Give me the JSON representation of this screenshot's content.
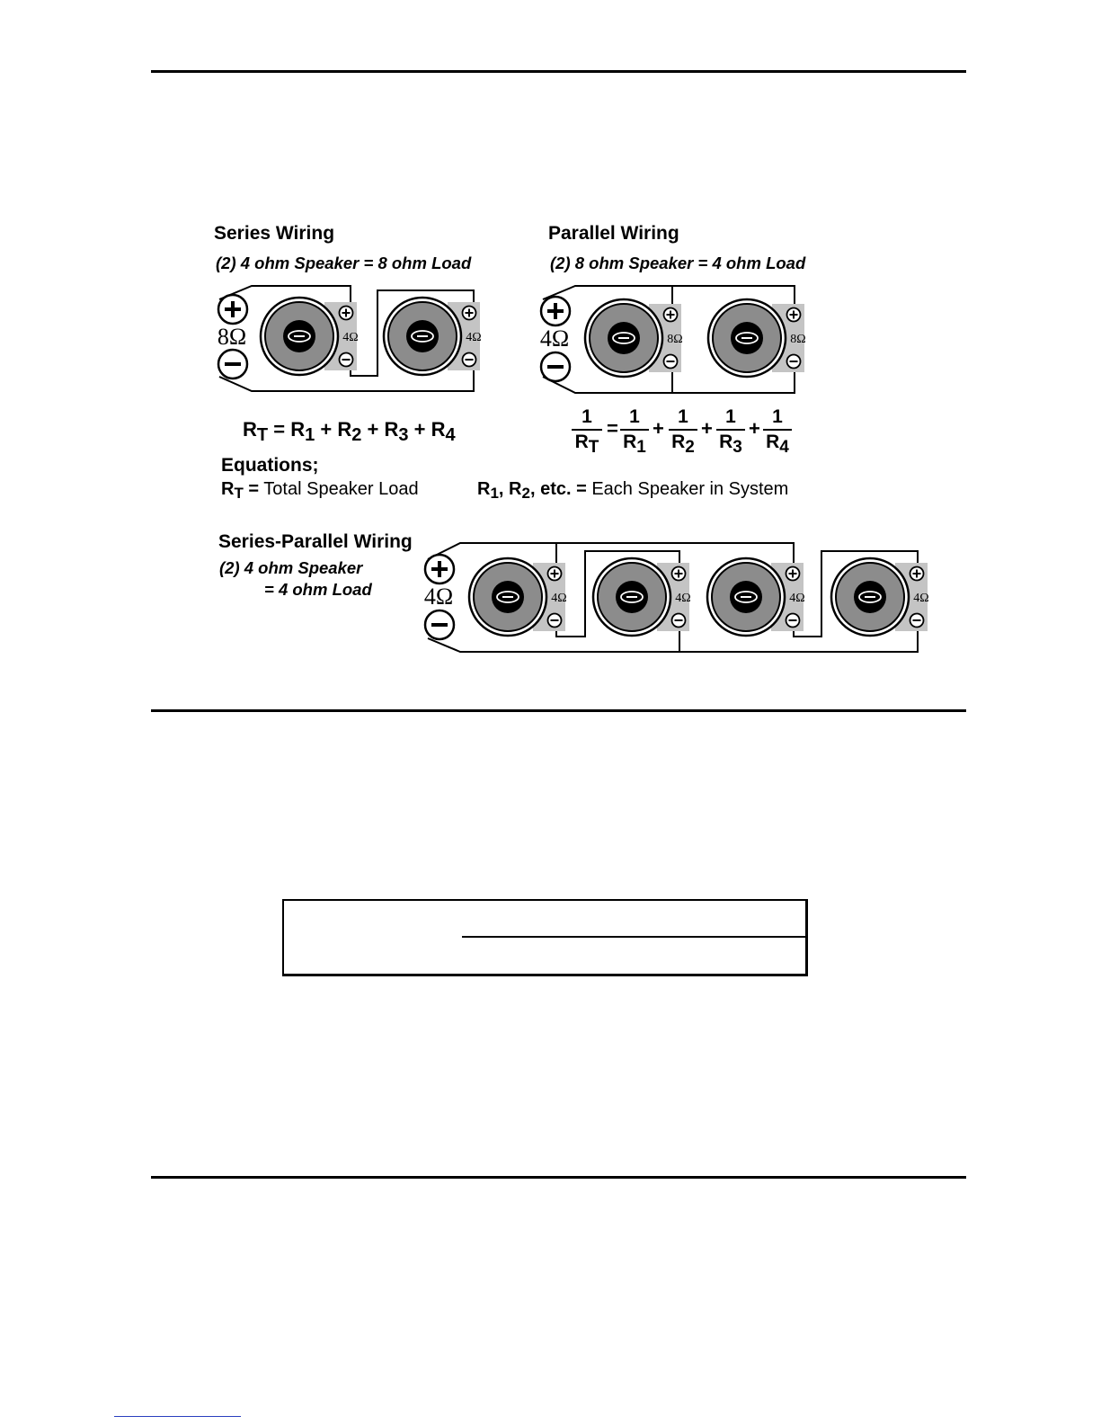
{
  "series": {
    "title": "Series Wiring",
    "subtitle": "(2) 4 ohm Speaker = 8 ohm Load",
    "terminal_label": "8Ω",
    "speaker_labels": [
      "4Ω",
      "4Ω"
    ]
  },
  "parallel": {
    "title": "Parallel Wiring",
    "subtitle": "(2) 8 ohm Speaker = 4 ohm Load",
    "terminal_label": "4Ω",
    "speaker_labels": [
      "8Ω",
      "8Ω"
    ]
  },
  "formula_series": {
    "lhs": "R",
    "lhs_sub": "T",
    "eq": "=",
    "t1": "R",
    "t1_sub": "1",
    "t2": "R",
    "t2_sub": "2",
    "t3": "R",
    "t3_sub": "3",
    "t4": "R",
    "t4_sub": "4",
    "plus": "+"
  },
  "formula_parallel": {
    "one": "1",
    "lhs_den": "R",
    "lhs_den_sub": "T",
    "d1": "R",
    "d1_sub": "1",
    "d2": "R",
    "d2_sub": "2",
    "d3": "R",
    "d3_sub": "3",
    "d4": "R",
    "d4_sub": "4",
    "eq": "=",
    "plus": "+"
  },
  "equations": {
    "heading": "Equations;",
    "rt_symbol": "R",
    "rt_sub": "T",
    "rt_eq": "=",
    "rt_desc": "Total Speaker Load",
    "rn_r1": "R",
    "rn_r1_sub": "1",
    "rn_comma": ",",
    "rn_r2": "R",
    "rn_r2_sub": "2",
    "rn_etc": ", etc. =",
    "rn_desc": "Each Speaker in System"
  },
  "series_parallel": {
    "title": "Series-Parallel Wiring",
    "subtitle_line1": "(2) 4 ohm Speaker",
    "subtitle_line2": "= 4 ohm Load",
    "terminal_label": "4Ω",
    "speaker_labels": [
      "4Ω",
      "4Ω",
      "4Ω",
      "4Ω"
    ]
  },
  "colors": {
    "speaker_fill": "#8c8c8c",
    "terminal_box": "#c4c4c4",
    "line": "#000000",
    "link_underline": "#2a3fbf"
  },
  "icons": [
    "plus-terminal-icon",
    "minus-terminal-icon",
    "speaker-icon",
    "speaker-logo-icon"
  ]
}
